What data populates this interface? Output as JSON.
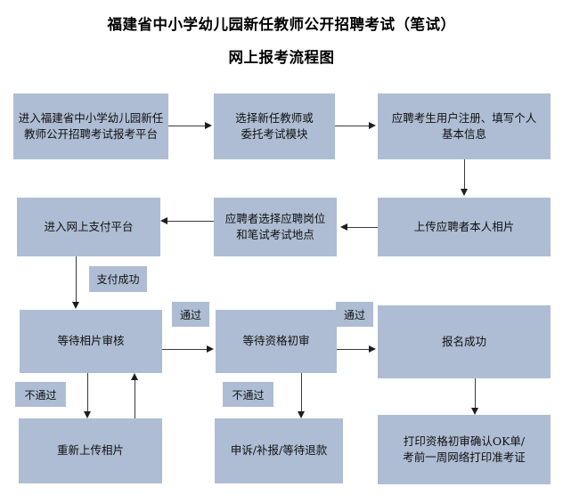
{
  "title": {
    "line1": "福建省中小学幼儿园新任教师公开招聘考试（笔试）",
    "line2": "网上报考流程图"
  },
  "theme": {
    "box_fill": "#aebdd3",
    "page_background": "#ffffff",
    "arrow_color": "#1d1d1d",
    "text_color": "#101010"
  },
  "nodes": [
    {
      "id": "enter-platform",
      "label": "进入福建省中小学幼儿园新任\n教师公开招聘考试报考平台"
    },
    {
      "id": "select-module",
      "label": "选择新任教师或\n委托考试模块"
    },
    {
      "id": "register-info",
      "label": "应聘考生用户注册、填写个人\n基本信息"
    },
    {
      "id": "upload-photo",
      "label": "上传应聘者本人相片"
    },
    {
      "id": "select-post-site",
      "label": "应聘者选择应聘岗位\n和笔试考试地点"
    },
    {
      "id": "enter-payment",
      "label": "进入网上支付平台"
    },
    {
      "id": "await-photo-review",
      "label": "等待相片审核"
    },
    {
      "id": "await-qualification",
      "label": "等待资格初审"
    },
    {
      "id": "signup-success",
      "label": "报名成功"
    },
    {
      "id": "reupload-photo",
      "label": "重新上传相片"
    },
    {
      "id": "appeal-refund",
      "label": "申诉/补报/等待退款"
    },
    {
      "id": "print-docs",
      "label": "打印资格初审确认OK单/\n考前一周网络打印准考证"
    }
  ],
  "edge_labels": [
    {
      "id": "payment-success",
      "label": "支付成功"
    },
    {
      "id": "pass-photo",
      "label": "通过"
    },
    {
      "id": "pass-qualification",
      "label": "通过"
    },
    {
      "id": "fail-photo",
      "label": "不通过"
    },
    {
      "id": "fail-qualification",
      "label": "不通过"
    }
  ]
}
